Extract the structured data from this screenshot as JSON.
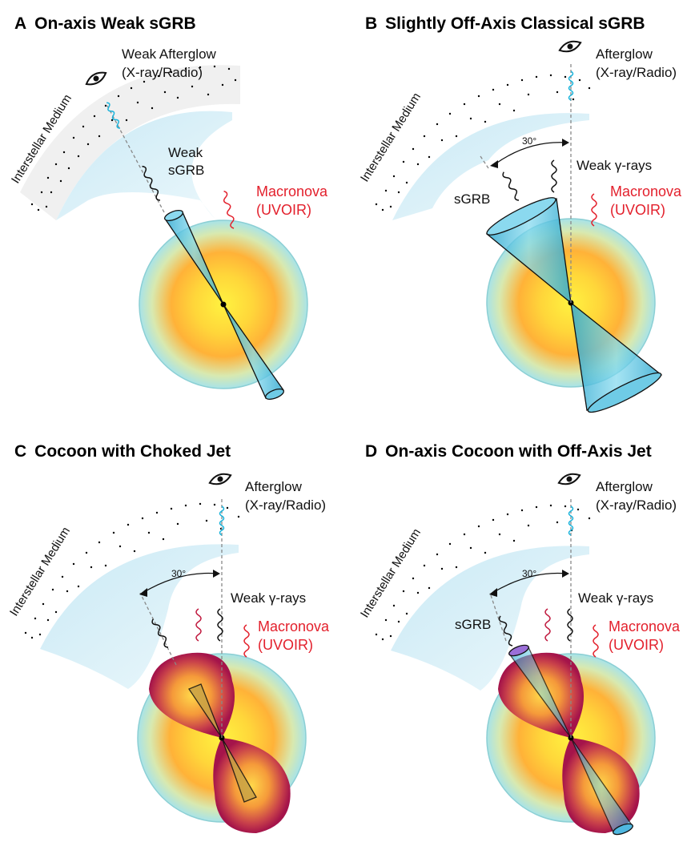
{
  "colors": {
    "merger_core": "#ffef40",
    "merger_mid": "#ffb238",
    "merger_edge": "#a8e3e8",
    "jet_fill": "#52c8e4",
    "cocoon": "#a5144a",
    "afterglow_wave": "#1ab4dc",
    "macronova": "#e3202c",
    "medium_arc": "#d6eef7"
  },
  "icons": [
    "observer-eye-icon",
    "wavy-photon-icon"
  ],
  "panels": [
    {
      "letter": "A",
      "title": "On-axis Weak sGRB",
      "afterglow": [
        "Weak Afterglow",
        "(X-ray/Radio)"
      ],
      "medium": "Interstellar Medium",
      "grb": [
        "Weak",
        "sGRB"
      ],
      "macronova": [
        "Macronova",
        "(UVOIR)"
      ]
    },
    {
      "letter": "B",
      "title": "Slightly Off-Axis Classical sGRB",
      "afterglow": [
        "Afterglow",
        "(X-ray/Radio)"
      ],
      "medium": "Interstellar Medium",
      "angle": "30°",
      "gamma": "Weak γ-rays",
      "grb": [
        "sGRB"
      ],
      "macronova": [
        "Macronova",
        "(UVOIR)"
      ]
    },
    {
      "letter": "C",
      "title": "Cocoon with Choked Jet",
      "afterglow": [
        "Afterglow",
        "(X-ray/Radio)"
      ],
      "medium": "Interstellar Medium",
      "angle": "30°",
      "gamma": "Weak γ-rays",
      "macronova": [
        "Macronova",
        "(UVOIR)"
      ]
    },
    {
      "letter": "D",
      "title": "On-axis Cocoon with Off-Axis Jet",
      "afterglow": [
        "Afterglow",
        "(X-ray/Radio)"
      ],
      "medium": "Interstellar Medium",
      "angle": "30°",
      "gamma": "Weak γ-rays",
      "grb": [
        "sGRB"
      ],
      "macronova": [
        "Macronova",
        "(UVOIR)"
      ]
    }
  ]
}
